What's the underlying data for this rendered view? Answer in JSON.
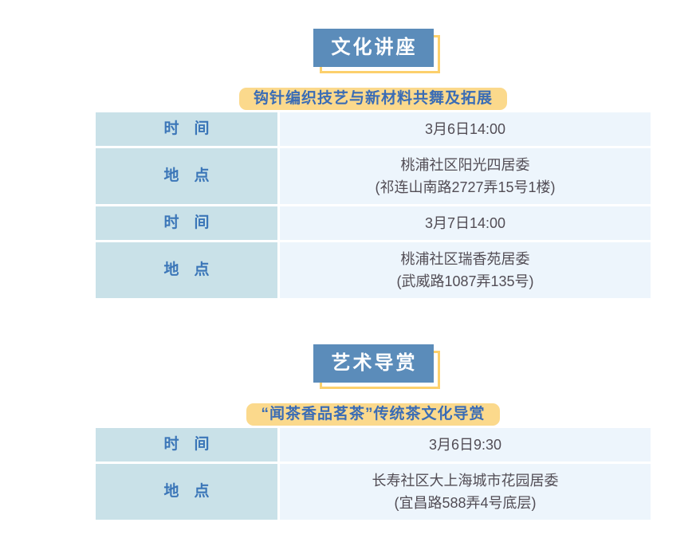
{
  "colors": {
    "page_bg": "#ffffff",
    "badge_bg": "#5b8cba",
    "badge_text": "#ffffff",
    "shadow_yellow": "#fcd06c",
    "pill_bg": "#fbd98c",
    "pill_text": "#3a6cb5",
    "label_bg": "#c9e1e8",
    "label_text": "#3b76b8",
    "value_bg": "#edf5fc",
    "value_text": "#524d55"
  },
  "sections": [
    {
      "badge": "文化讲座",
      "subtitle": "钩针编织技艺与新材料共舞及拓展",
      "rows": [
        {
          "label": "时　间",
          "lines": [
            "3月6日14:00"
          ]
        },
        {
          "label": "地　点",
          "lines": [
            "桃浦社区阳光四居委",
            "(祁连山南路2727弄15号1楼)"
          ]
        },
        {
          "label": "时　间",
          "lines": [
            "3月7日14:00"
          ]
        },
        {
          "label": "地　点",
          "lines": [
            "桃浦社区瑞香苑居委",
            "(武威路1087弄135号)"
          ]
        }
      ]
    },
    {
      "badge": "艺术导赏",
      "subtitle": "“闻茶香品茗茶”传统茶文化导赏",
      "rows": [
        {
          "label": "时　间",
          "lines": [
            "3月6日9:30"
          ]
        },
        {
          "label": "地　点",
          "lines": [
            "长寿社区大上海城市花园居委",
            "(宜昌路588弄4号底层)"
          ]
        }
      ]
    }
  ]
}
